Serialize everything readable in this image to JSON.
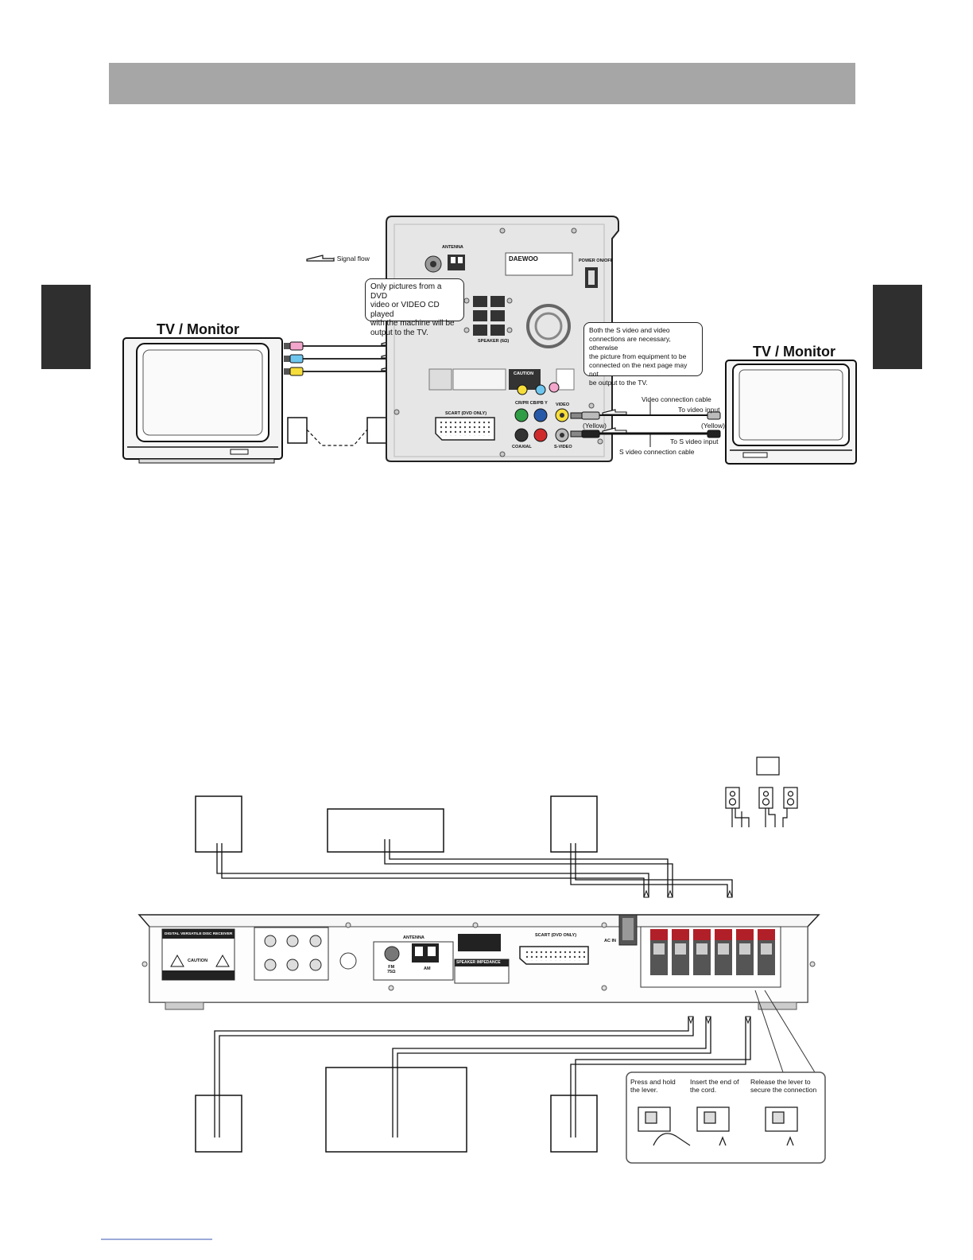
{
  "top_diagram": {
    "tv_left_label": "TV / Monitor",
    "tv_right_label": "TV / Monitor",
    "signal_flow_label": ": Signal flow",
    "callout_left": "Only pictures from a DVD\nvideo or VIDEO CD played\nwith the machine will be\noutput to the TV.",
    "callout_right": "Both the S video and video\nconnections are necessary, otherwise\nthe picture from equipment to be\nconnected on the next page may not\nbe output to the TV.",
    "video_cable_label": "Video connection cable",
    "to_video_input": "To video input",
    "yellow_right": "(Yellow)",
    "yellow_left": "(Yellow)",
    "to_s_video_input": "To S video input",
    "s_video_cable_label": "S video connection cable",
    "panel": {
      "brand": "DAEWOO",
      "antenna": "ANTENNA",
      "power": "POWER ON/OFF",
      "speaker": "SPEAKER (6Ω)",
      "caution": "CAUTION",
      "cr_cb_y": "CR/PR  CB/PB  Y",
      "scart": "SCART (DVD ONLY)",
      "video": "VIDEO",
      "coaxial": "COAXIAL",
      "s_video": "S-VIDEO"
    }
  },
  "bottom_diagram": {
    "receiver": {
      "title": "DIGITAL VERSATILE DISC RECEIVER",
      "caution": "CAUTION",
      "antenna": "ANTENNA",
      "fm": "FM\n75Ω",
      "am": "AM",
      "scart": "SCART (DVD ONLY)",
      "speaker_impedance": "SPEAKER IMPEDANCE",
      "ac": "AC IN"
    },
    "steps": [
      "Press and hold\nthe lever.",
      "Insert the end of\nthe cord.",
      "Release the lever to\nsecure the connection"
    ]
  }
}
